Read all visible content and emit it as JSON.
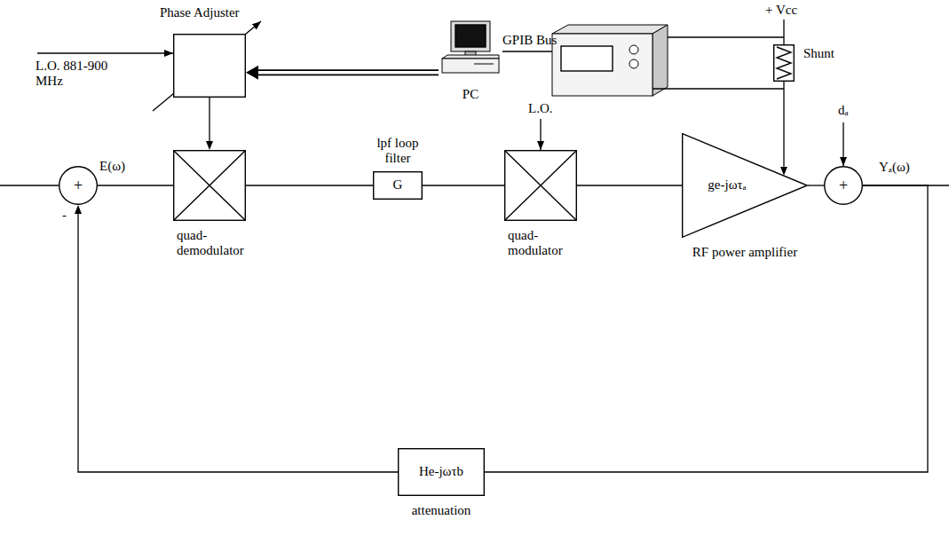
{
  "diagram": {
    "nodes": [
      {
        "text": [
          "Phase Adjuster"
        ]
      },
      {
        "text": [
          "PC"
        ]
      },
      {
        "text": [
          "Shunt"
        ]
      },
      {
        "text": [
          "+"
        ]
      },
      {
        "text": [
          "quad- demodulator"
        ]
      },
      {
        "text": [
          "G",
          "lpf loop filter"
        ]
      },
      {
        "text": [
          "quad- modulator"
        ]
      },
      {
        "text": [
          "ge-jωτₐ",
          "RF power amplifier"
        ]
      },
      {
        "text": [
          "+"
        ]
      },
      {
        "text": [
          "He-jωτb",
          "attenuation"
        ]
      }
    ],
    "edges": [
      {
        "from": 1,
        "to": 0,
        "arrow": "to"
      },
      {
        "from": 0,
        "to": 4,
        "arrow": "to"
      },
      {
        "from": 2,
        "to": 7,
        "arrow": "to"
      },
      {
        "from": 3,
        "to": 4,
        "arrow": "none"
      },
      {
        "from": 4,
        "to": 5,
        "arrow": "none"
      },
      {
        "from": 5,
        "to": 6,
        "arrow": "none"
      },
      {
        "from": 6,
        "to": 7,
        "arrow": "none"
      },
      {
        "from": 7,
        "to": 8,
        "arrow": "none"
      },
      {
        "from": 8,
        "to": 9,
        "arrow": "none"
      },
      {
        "from": 9,
        "to": 3,
        "arrow": "to"
      }
    ],
    "labels": [
      "L.O. 881-900 MHz",
      "GPIB Bus",
      "+ Vcc",
      "E(ω)",
      "-",
      "L.O.",
      "dₐ",
      "Yₐ(ω)"
    ]
  }
}
